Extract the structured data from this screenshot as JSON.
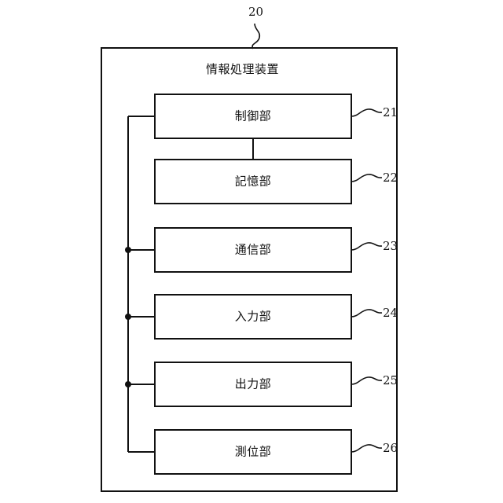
{
  "figure": {
    "top_reference": "20",
    "device_title": "情報処理装置",
    "line_color": "#111111",
    "background_color": "#ffffff"
  },
  "blocks": [
    {
      "label": "制御部",
      "ref": "21"
    },
    {
      "label": "記憶部",
      "ref": "22"
    },
    {
      "label": "通信部",
      "ref": "23"
    },
    {
      "label": "入力部",
      "ref": "24"
    },
    {
      "label": "出力部",
      "ref": "25"
    },
    {
      "label": "測位部",
      "ref": "26"
    }
  ]
}
